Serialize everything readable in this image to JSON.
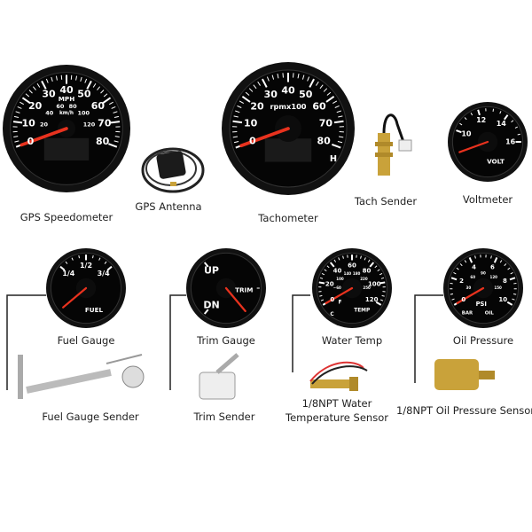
{
  "captions": {
    "gps_speedometer": "GPS Speedometer",
    "gps_antenna": "GPS Antenna",
    "tachometer": "Tachometer",
    "tach_sender": "Tach Sender",
    "voltmeter": "Voltmeter",
    "fuel_gauge": "Fuel Gauge",
    "trim_gauge": "Trim Gauge",
    "water_temp": "Water Temp",
    "oil_pressure": "Oil Pressure",
    "fuel_gauge_sender": "Fuel Gauge Sender",
    "trim_sender": "Trim Sender",
    "water_temp_sensor_line1": "1/8NPT Water",
    "water_temp_sensor_line2": "Temperature Sensor",
    "oil_pressure_sensor": "1/8NPT Oil Pressure Sensor"
  },
  "gauges": {
    "speedometer": {
      "labels": [
        "0",
        "10",
        "20",
        "30",
        "40",
        "50",
        "60",
        "70",
        "80"
      ],
      "inner_labels": [
        "20",
        "40",
        "60",
        "80",
        "100",
        "120"
      ],
      "unit": "MPH",
      "inner_unit": "km/h"
    },
    "tachometer": {
      "labels": [
        "0",
        "10",
        "20",
        "30",
        "40",
        "50",
        "60",
        "70",
        "80"
      ],
      "unit": "rpmx100",
      "mark": "H"
    },
    "voltmeter": {
      "labels": [
        "10",
        "12",
        "14",
        "16"
      ],
      "unit": "VOLT"
    },
    "fuel": {
      "labels": [
        "1/4",
        "1/2",
        "3/4"
      ],
      "unit": "FUEL"
    },
    "trim": {
      "labels": [
        "UP",
        "DN"
      ],
      "unit": "TRIM"
    },
    "water_temp": {
      "labels": [
        "0",
        "20",
        "40",
        "60",
        "80",
        "100",
        "120"
      ],
      "inner_labels": [
        "~60",
        "100",
        "140",
        "180",
        "220",
        "250"
      ],
      "unit": "TEMP",
      "c": "C",
      "f": "F"
    },
    "oil_pressure": {
      "labels": [
        "0",
        "2",
        "4",
        "6",
        "8",
        "10"
      ],
      "inner_labels": [
        "30",
        "60",
        "90",
        "120",
        "150"
      ],
      "unit": "PSI",
      "unit2": "BAR",
      "label": "OIL"
    }
  },
  "colors": {
    "needle": "#e8321e",
    "bezel": "#111111",
    "dial": "#050505",
    "brass": "#c9a23a"
  }
}
